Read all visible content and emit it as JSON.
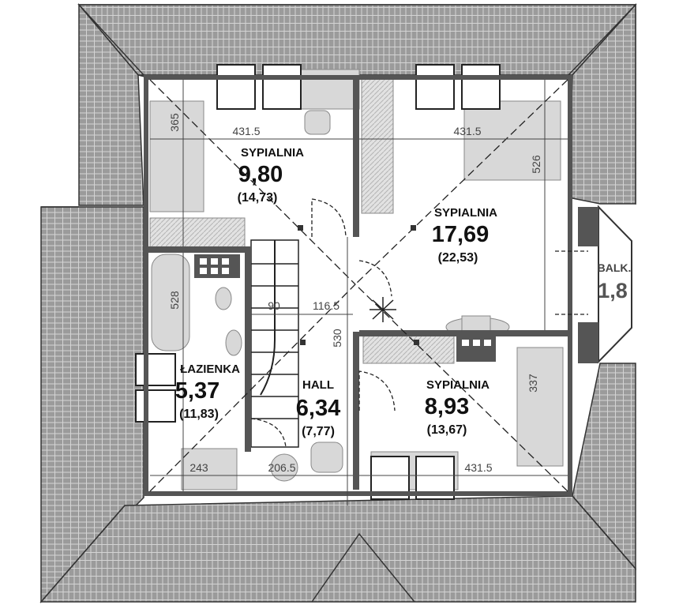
{
  "rooms": [
    {
      "name": "SYPIALNIA",
      "area": "9,80",
      "gross": "(14,73)"
    },
    {
      "name": "SYPIALNIA",
      "area": "17,69",
      "gross": "(22,53)"
    },
    {
      "name": "SYPIALNIA",
      "area": "8,93",
      "gross": "(13,67)"
    },
    {
      "name": "ŁAZIENKA",
      "area": "5,37",
      "gross": "(11,83)"
    },
    {
      "name": "HALL",
      "area": "6,34",
      "gross": "(7,77)"
    }
  ],
  "balcony": {
    "name": "BALK.",
    "area": "1,8"
  },
  "dimensions": {
    "d1": "431.5",
    "d2": "365",
    "d3": "431.5",
    "d4": "526",
    "d5": "528",
    "d6": "90",
    "d7": "116.5",
    "d8": "530",
    "d9": "337",
    "d10": "243",
    "d11": "206.5",
    "d12": "431.5"
  },
  "colors": {
    "roof": "#9a9a9a",
    "wall": "#555555",
    "furniture": "#d6d6d6",
    "line": "#222222"
  }
}
